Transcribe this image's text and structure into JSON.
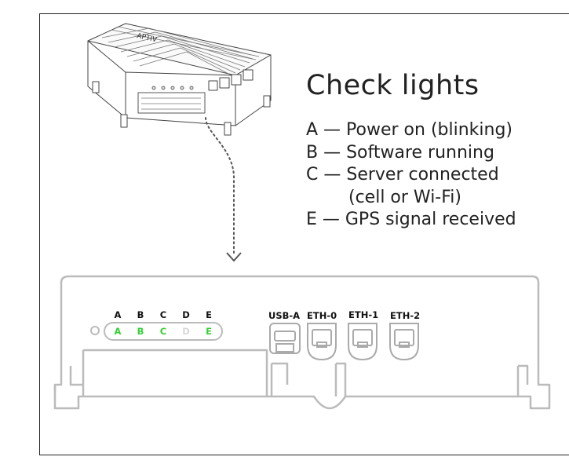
{
  "title": "Check lights",
  "legend": [
    {
      "text": "A — Power on (blinking)"
    },
    {
      "text": "B — Software running"
    },
    {
      "text": "C — Server connected"
    },
    {
      "text": "(cell or Wi-Fi)"
    },
    {
      "text": "E — GPS signal received"
    }
  ],
  "device": {
    "brand_text": "APTIV",
    "leds": [
      {
        "letter": "A",
        "state": "on"
      },
      {
        "letter": "B",
        "state": "on"
      },
      {
        "letter": "C",
        "state": "on"
      },
      {
        "letter": "D",
        "state": "off"
      },
      {
        "letter": "E",
        "state": "on"
      }
    ],
    "ports": [
      "USB-A",
      "ETH-0",
      "ETH-1",
      "ETH-2"
    ]
  },
  "colors": {
    "led_on": "#35d035",
    "led_off": "#d8d8d8",
    "outline": "#bbbbbb",
    "text": "#222222"
  }
}
